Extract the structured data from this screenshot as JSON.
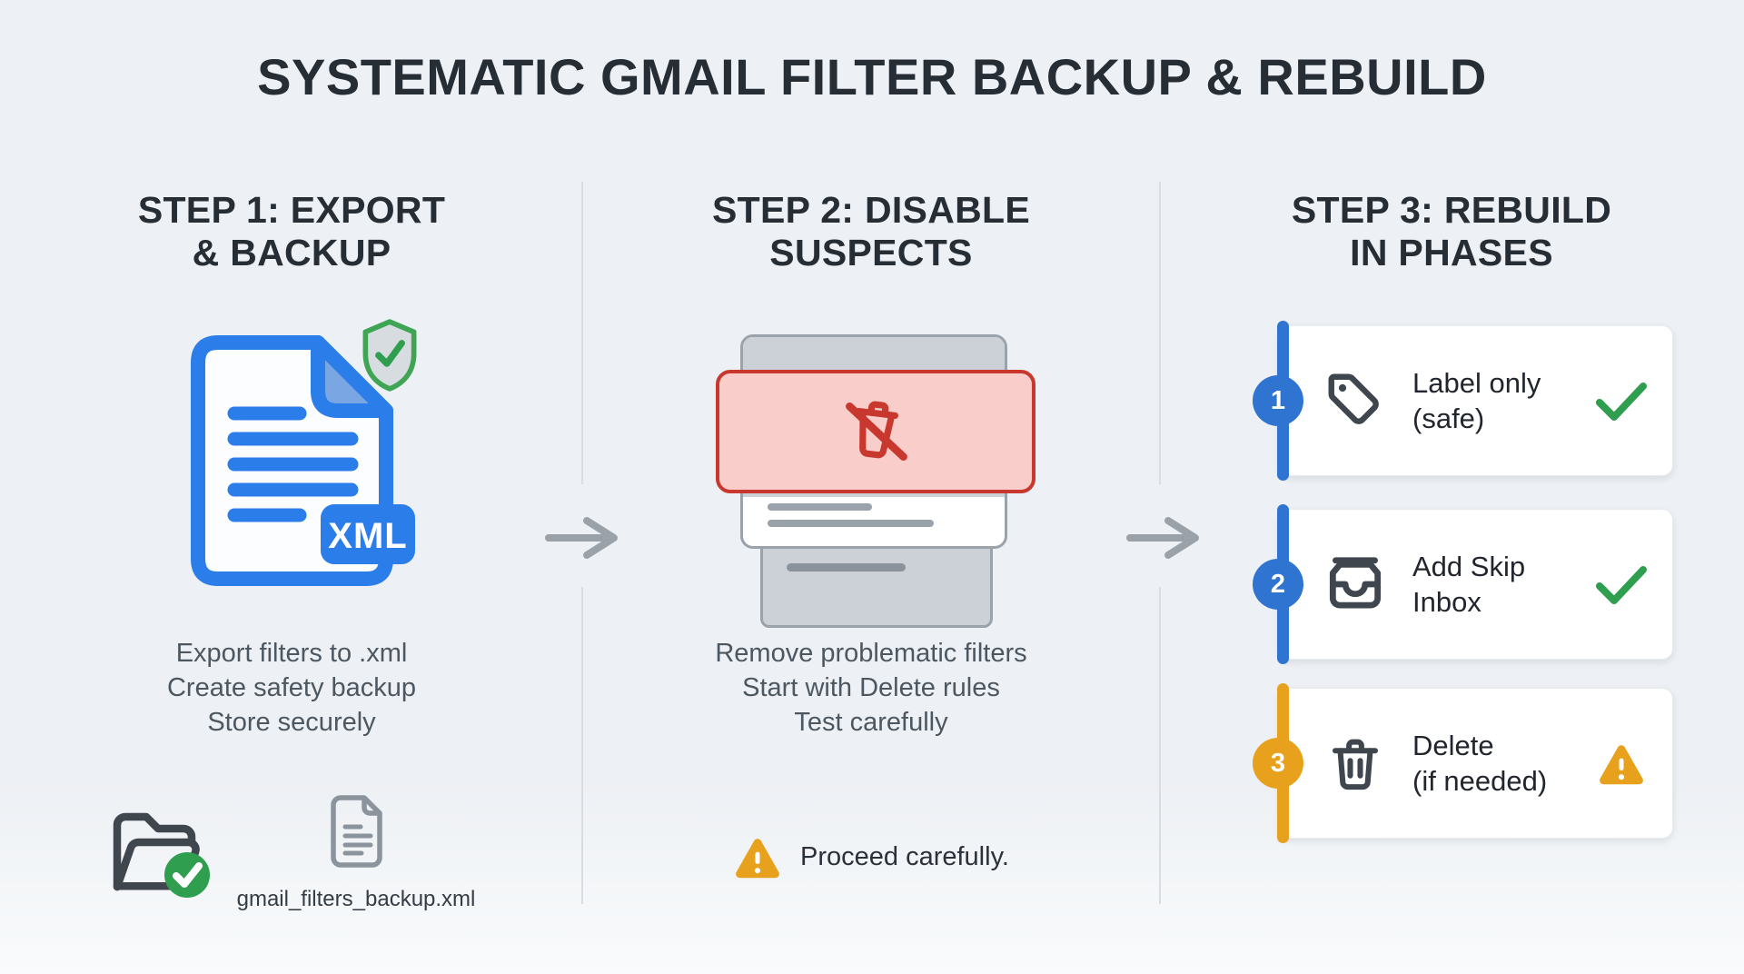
{
  "title": "SYSTEMATIC GMAIL FILTER BACKUP & REBUILD",
  "colors": {
    "bg_top": "#edf0f4",
    "bg_bottom": "#f9fbfc",
    "dark_text": "#262d35",
    "muted_text": "#4d5761",
    "blue": "#2b7de9",
    "accent_blue": "#2e74d0",
    "light_blue_fold": "#7aa6e4",
    "doc_fill": "#fbfdfe",
    "green": "#2f9e4f",
    "shield_green": "#3fa454",
    "shield_fill": "#d7dce1",
    "red": "#c8382e",
    "red_fill": "#f9cdc9",
    "amber": "#e7a11c",
    "icon_dark": "#3f464e",
    "gray_icon": "#8b939c",
    "card_gray": "#ccd1d8",
    "card_border": "#9aa2ab",
    "line_dark": "#8a929b",
    "arrow": "#9aa1a8",
    "divider": "#d9dce0",
    "card_bg": "#ffffff"
  },
  "step1": {
    "heading_line1": "STEP 1: EXPORT",
    "heading_line2": "& BACKUP",
    "xml_badge_label": "XML",
    "captions": [
      "Export filters to .xml",
      "Create safety backup",
      "Store securely"
    ],
    "file_label": "gmail_filters_backup.xml"
  },
  "step2": {
    "heading_line1": "STEP 2: DISABLE",
    "heading_line2": "SUSPECTS",
    "captions": [
      "Remove problematic filters",
      "Start with Delete rules",
      "Test carefully"
    ],
    "warning_text": "Proceed carefully."
  },
  "step3": {
    "heading_line1": "STEP 3: REBUILD",
    "heading_line2": "IN PHASES",
    "phases": [
      {
        "number": "1",
        "label_line1": "Label only",
        "label_line2": "(safe)",
        "icon": "tag-icon",
        "status": "check"
      },
      {
        "number": "2",
        "label_line1": "Add Skip",
        "label_line2": "Inbox",
        "icon": "inbox-icon",
        "status": "check"
      },
      {
        "number": "3",
        "label_line1": "Delete",
        "label_line2": "(if needed)",
        "icon": "trash-icon",
        "status": "warning"
      }
    ]
  }
}
